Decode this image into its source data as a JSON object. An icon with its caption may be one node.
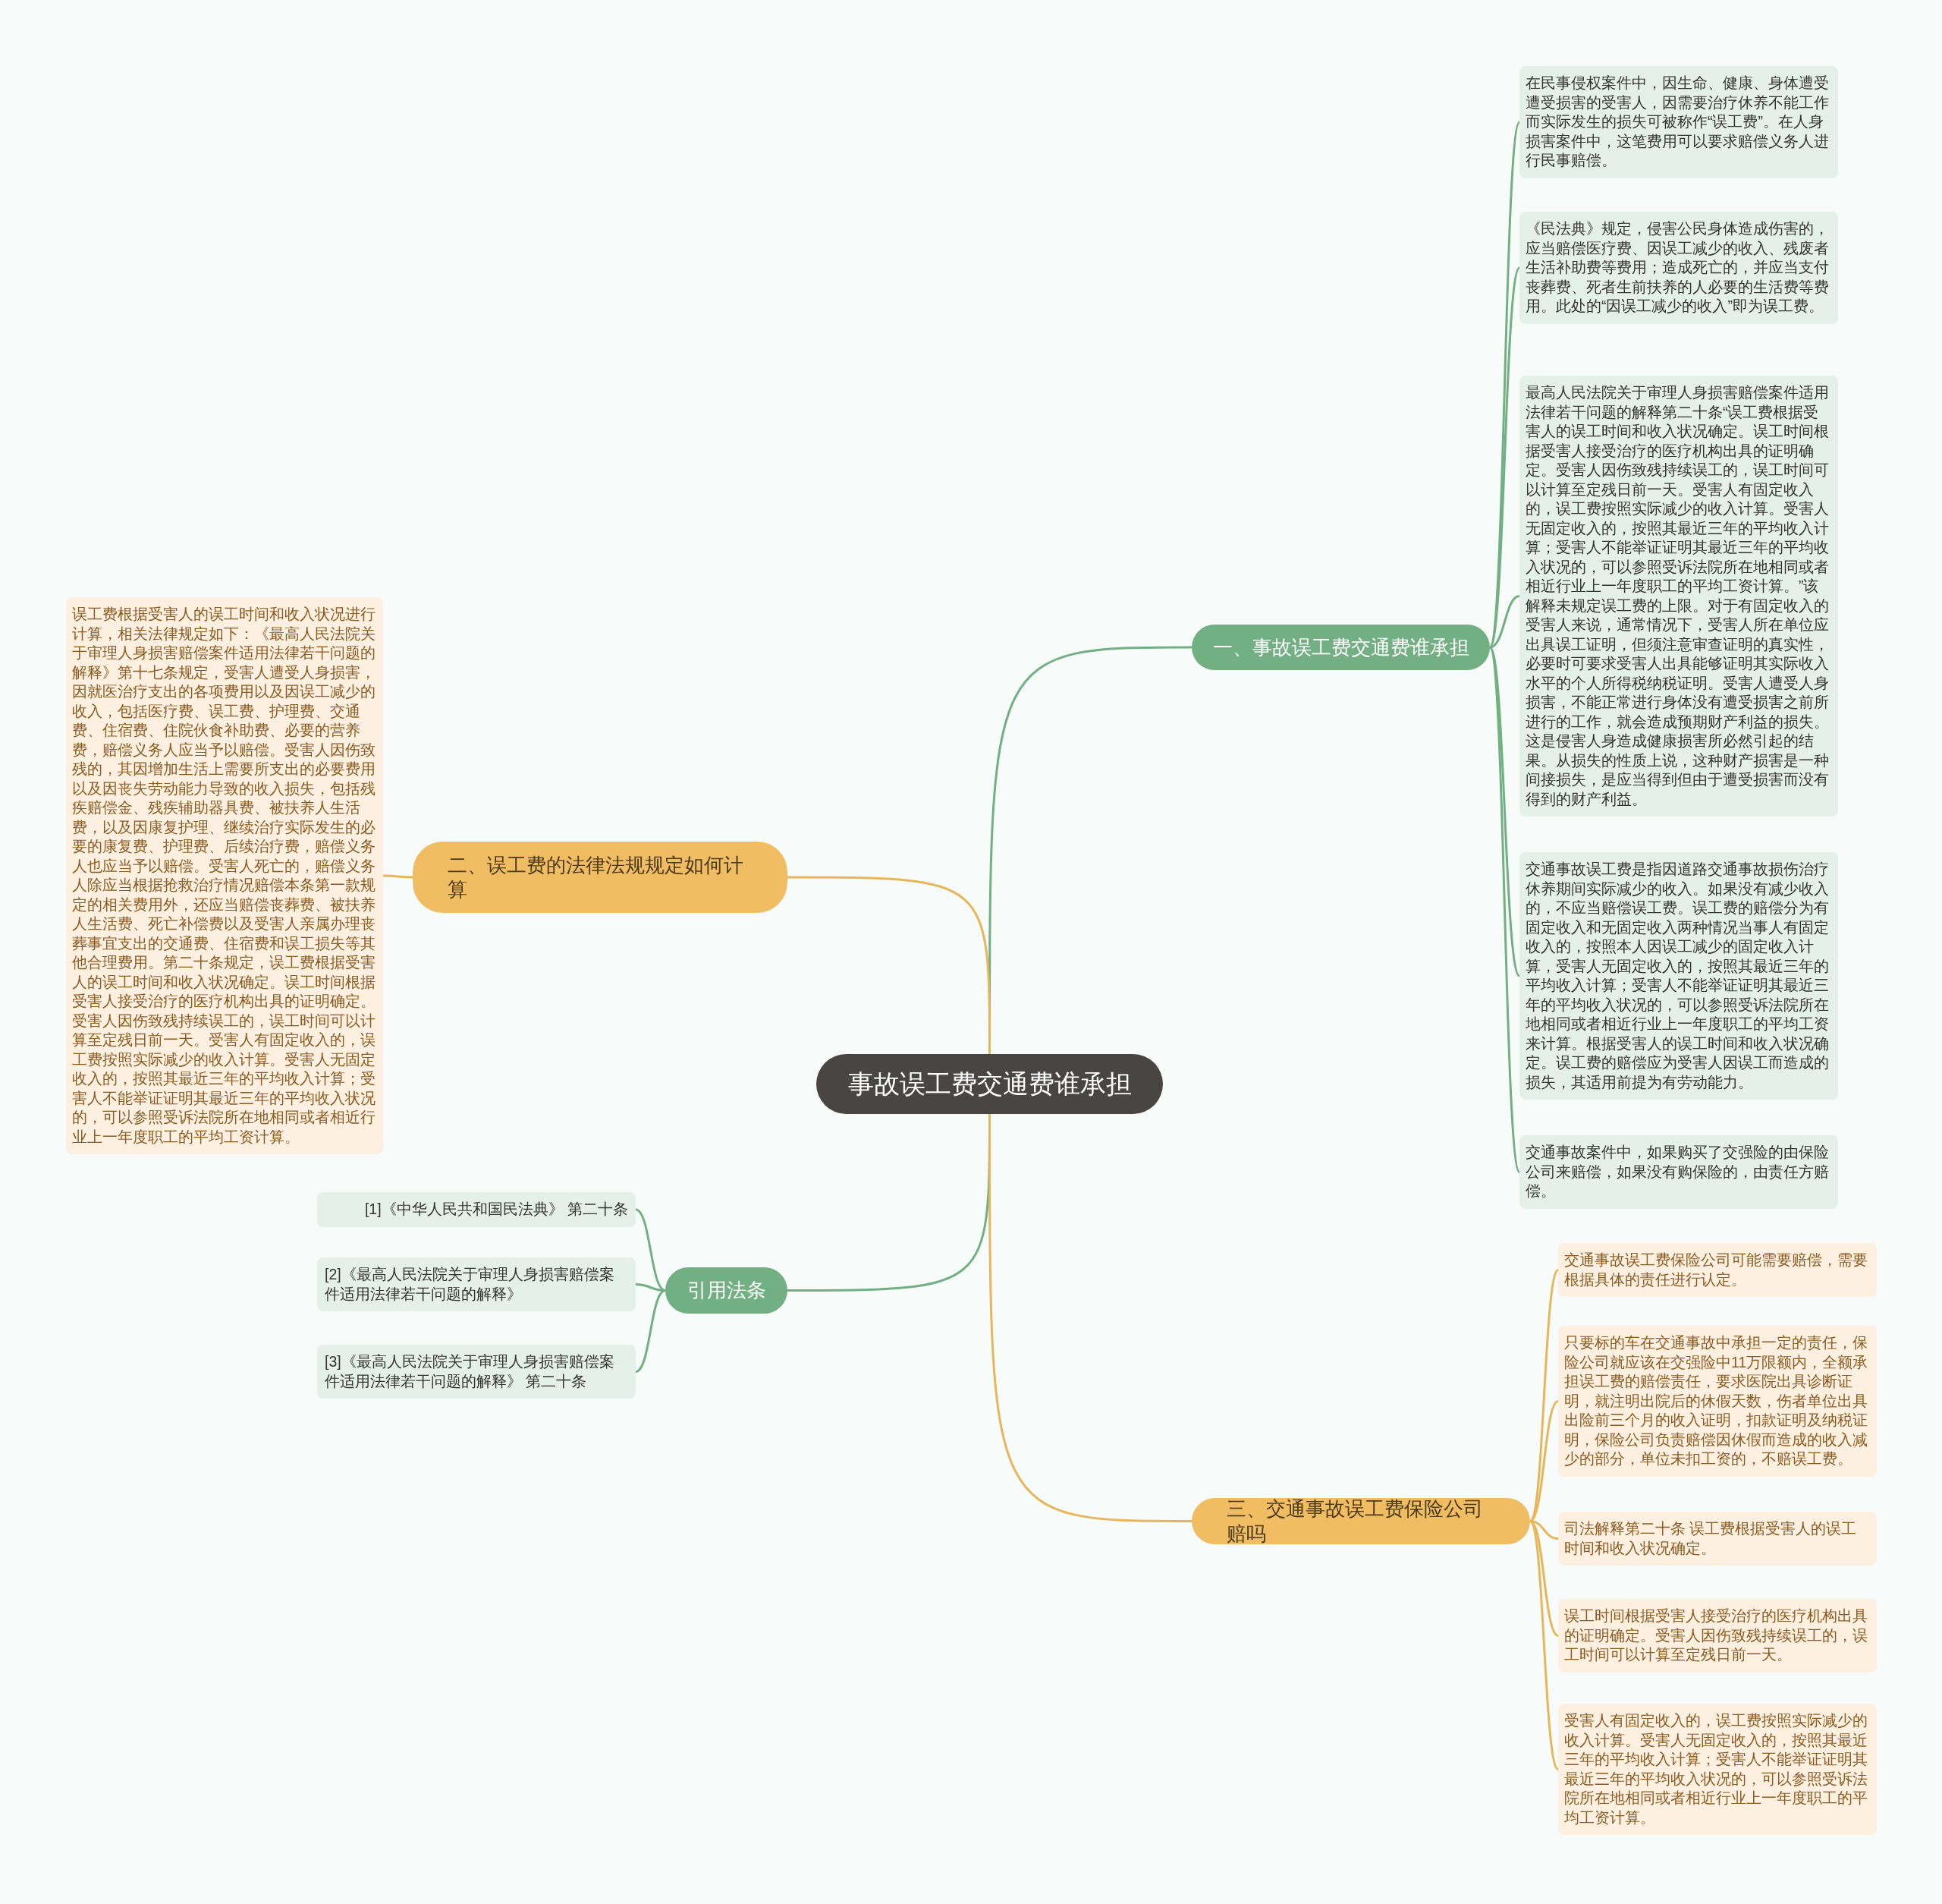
{
  "diagram": {
    "nodes": [
      {
        "text": [
          "事故误工费交通费谁承担"
        ]
      },
      {
        "text": [
          "一、事故误工费交通费谁承担"
        ]
      },
      {
        "text": [
          "在民事侵权案件中，因生命、健康、身体遭受遭受损害的受害人，因需要治疗休养不能工作而实际发生的损失可被称作“误工费”。在人身损害案件中，这笔费用可以要求赔偿义务人进行民事赔偿。"
        ]
      },
      {
        "text": [
          "《民法典》规定，侵害公民身体造成伤害的，应当赔偿医疗费、因误工减少的收入、残废者生活补助费等费用；造成死亡的，并应当支付丧葬费、死者生前扶养的人必要的生活费等费用。此处的“因误工减少的收入”即为误工费。"
        ]
      },
      {
        "text": [
          "最高人民法院关于审理人身损害赔偿案件适用法律若干问题的解释第二十条“误工费根据受害人的误工时间和收入状况确定。误工时间根据受害人接受治疗的医疗机构出具的证明确定。受害人因伤致残持续误工的，误工时间可以计算至定残日前一天。受害人有固定收入的，误工费按照实际减少的收入计算。受害人无固定收入的，按照其最近三年的平均收入计算；受害人不能举证证明其最近三年的平均收入状况的，可以参照受诉法院所在地相同或者相近行业上一年度职工的平均工资计算。”该解释未规定误工费的上限。对于有固定收入的受害人来说，通常情况下，受害人所在单位应出具误工证明，但须注意审查证明的真实性，必要时可要求受害人出具能够证明其实际收入水平的个人所得税纳税证明。受害人遭受人身损害，不能正常进行身体没有遭受损害之前所进行的工作，就会造成预期财产利益的损失。这是侵害人身造成健康损害所必然引起的结果。从损失的性质上说，这种财产损害是一种间接损失，是应当得到但由于遭受损害而没有得到的财产利益。"
        ]
      },
      {
        "text": [
          "交通事故误工费是指因道路交通事故损伤治疗休养期间实际减少的收入。如果没有减少收入的，不应当赔偿误工费。误工费的赔偿分为有固定收入和无固定收入两种情况当事人有固定收入的，按照本人因误工减少的固定收入计算，受害人无固定收入的，按照其最近三年的平均收入计算；受害人不能举证证明其最近三年的平均收入状况的，可以参照受诉法院所在地相同或者相近行业上一年度职工的平均工资来计算。根据受害人的误工时间和收入状况确定。误工费的赔偿应为受害人因误工而造成的损失，其适用前提为有劳动能力。"
        ]
      },
      {
        "text": [
          "交通事故案件中，如果购买了交强险的由保险公司来赔偿，如果没有购保险的，由责任方赔偿。"
        ]
      },
      {
        "text": [
          "二、误工费的法律法规规定如何计算"
        ]
      },
      {
        "text": [
          "误工费根据受害人的误工时间和收入状况进行计算，相关法律规定如下：《最高人民法院关于审理人身损害赔偿案件适用法律若干问题的解释》第十七条规定，受害人遭受人身损害，因就医治疗支出的各项费用以及因误工减少的收入，包括医疗费、误工费、护理费、交通费、住宿费、住院伙食补助费、必要的营养费，赔偿义务人应当予以赔偿。受害人因伤致残的，其因增加生活上需要所支出的必要费用以及因丧失劳动能力导致的收入损失，包括残疾赔偿金、残疾辅助器具费、被扶养人生活费，以及因康复护理、继续治疗实际发生的必要的康复费、护理费、后续治疗费，赔偿义务人也应当予以赔偿。受害人死亡的，赔偿义务人除应当根据抢救治疗情况赔偿本条第一款规定的相关费用外，还应当赔偿丧葬费、被扶养人生活费、死亡补偿费以及受害人亲属办理丧葬事宜支出的交通费、住宿费和误工损失等其他合理费用。第二十条规定，误工费根据受害人的误工时间和收入状况确定。误工时间根据受害人接受治疗的医疗机构出具的证明确定。受害人因伤致残持续误工的，误工时间可以计算至定残日前一天。受害人有固定收入的，误工费按照实际减少的收入计算。受害人无固定收入的，按照其最近三年的平均收入计算；受害人不能举证证明其最近三年的平均收入状况的，可以参照受诉法院所在地相同或者相近行业上一年度职工的平均工资计算。"
        ]
      },
      {
        "text": [
          "引用法条"
        ]
      },
      {
        "text": [
          "[1]《中华人民共和国民法典》 第二十条"
        ]
      },
      {
        "text": [
          "[2]《最高人民法院关于审理人身损害赔偿案件适用法律若干问题的解释》"
        ]
      },
      {
        "text": [
          "[3]《最高人民法院关于审理人身损害赔偿案件适用法律若干问题的解释》 第二十条"
        ]
      },
      {
        "text": [
          "三、交通事故误工费保险公司赔吗"
        ]
      },
      {
        "text": [
          "交通事故误工费保险公司可能需要赔偿，需要根据具体的责任进行认定。"
        ]
      },
      {
        "text": [
          "只要标的车在交通事故中承担一定的责任，保险公司就应该在交强险中11万限额内，全额承担误工费的赔偿责任，要求医院出具诊断证明，就注明出院后的休假天数，伤者单位出具出险前三个月的收入证明，扣款证明及纳税证明，保险公司负责赔偿因休假而造成的收入减少的部分，单位未扣工资的，不赔误工费。"
        ]
      },
      {
        "text": [
          "司法解释第二十条 误工费根据受害人的误工时间和收入状况确定。"
        ]
      },
      {
        "text": [
          "误工时间根据受害人接受治疗的医疗机构出具的证明确定。受害人因伤致残持续误工的，误工时间可以计算至定残日前一天。"
        ]
      },
      {
        "text": [
          "受害人有固定收入的，误工费按照实际减少的收入计算。受害人无固定收入的，按照其最近三年的平均收入计算；受害人不能举证证明其最近三年的平均收入状况的，可以参照受诉法院所在地相同或者相近行业上一年度职工的平均工资计算。"
        ]
      }
    ],
    "edges": [
      {
        "from": 0,
        "to": 1,
        "arrow": "none"
      },
      {
        "from": 1,
        "to": 2,
        "arrow": "none"
      },
      {
        "from": 1,
        "to": 3,
        "arrow": "none"
      },
      {
        "from": 1,
        "to": 4,
        "arrow": "none"
      },
      {
        "from": 1,
        "to": 5,
        "arrow": "none"
      },
      {
        "from": 1,
        "to": 6,
        "arrow": "none"
      },
      {
        "from": 0,
        "to": 7,
        "arrow": "none",
        "color": "#e8b55a"
      },
      {
        "from": 7,
        "to": 8,
        "arrow": "none",
        "color": "#e8b55a"
      },
      {
        "from": 0,
        "to": 9,
        "arrow": "none"
      },
      {
        "from": 9,
        "to": 10,
        "arrow": "none"
      },
      {
        "from": 9,
        "to": 11,
        "arrow": "none"
      },
      {
        "from": 9,
        "to": 12,
        "arrow": "none"
      },
      {
        "from": 0,
        "to": 13,
        "arrow": "none",
        "color": "#e8b55a"
      },
      {
        "from": 13,
        "to": 14,
        "arrow": "none",
        "color": "#e8b55a"
      },
      {
        "from": 13,
        "to": 15,
        "arrow": "none",
        "color": "#e8b55a"
      },
      {
        "from": 13,
        "to": 16,
        "arrow": "none",
        "color": "#e8b55a"
      },
      {
        "from": 13,
        "to": 17,
        "arrow": "none",
        "color": "#e8b55a"
      },
      {
        "from": 13,
        "to": 18,
        "arrow": "none",
        "color": "#e8b55a"
      }
    ]
  }
}
